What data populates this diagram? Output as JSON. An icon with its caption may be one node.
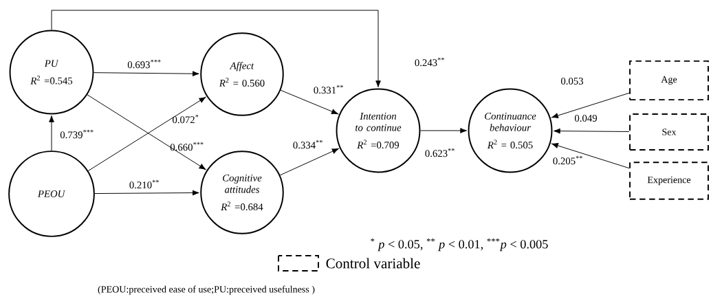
{
  "diagram": {
    "nodes": [
      {
        "text": [
          "*PU*",
          "*R*$^{2}$ =0.545"
        ]
      },
      {
        "text": [
          "*Affect*",
          "*R*$^{2}$ = 0.560"
        ]
      },
      {
        "text": [
          "*PEOU*"
        ]
      },
      {
        "text": [
          "*Cognitive attitudes*",
          "*R*$^{2}$ =0.684"
        ]
      },
      {
        "text": [
          "*Intention to continue*",
          "*R*$^{2}$ =0.709"
        ]
      },
      {
        "text": [
          "*Continuance behaviour*",
          "*R*$^{2}$ = 0.505"
        ]
      },
      {
        "text": [
          "Age"
        ]
      },
      {
        "text": [
          "Sex"
        ]
      },
      {
        "text": [
          "Experience"
        ]
      }
    ],
    "edges": [
      {
        "from": 2,
        "to": 0,
        "arrow": "to",
        "label": "0.739$^{***}$"
      },
      {
        "from": 0,
        "to": 1,
        "arrow": "to",
        "label": "0.693$^{***}$"
      },
      {
        "from": 2,
        "to": 1,
        "arrow": "to",
        "label": "0.072$^{*}$"
      },
      {
        "from": 0,
        "to": 3,
        "arrow": "to",
        "label": "0.660$^{***}$"
      },
      {
        "from": 2,
        "to": 3,
        "arrow": "to",
        "label": "0.210$^{**}$"
      },
      {
        "from": 0,
        "to": 4,
        "arrow": "to",
        "label": "0.243$^{**}$"
      },
      {
        "from": 1,
        "to": 4,
        "arrow": "to",
        "label": "0.331$^{**}$"
      },
      {
        "from": 3,
        "to": 4,
        "arrow": "to",
        "label": "0.334$^{**}$"
      },
      {
        "from": 4,
        "to": 5,
        "arrow": "to",
        "label": "0.623$^{**}$"
      },
      {
        "from": 6,
        "to": 5,
        "arrow": "to",
        "label": "0.053"
      },
      {
        "from": 7,
        "to": 5,
        "arrow": "to",
        "label": "0.049"
      },
      {
        "from": 8,
        "to": 5,
        "arrow": "to",
        "label": "0.205$^{**}$"
      }
    ],
    "labels": [
      "$^{*}$ *p* < 0.05, $^{**}$ *p* < 0.01, $^{***}$*p* < 0.005",
      "(PEOU:preceived ease of use;PU:preceived usefulness )"
    ],
    "legend": [
      {
        "text": "Control variable"
      }
    ]
  }
}
